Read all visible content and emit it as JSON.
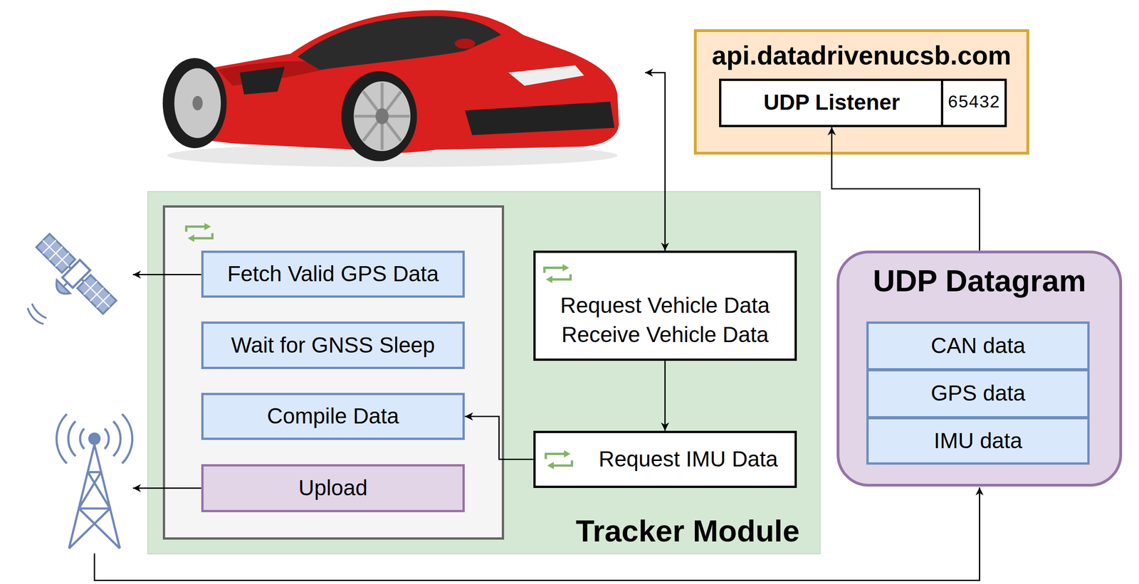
{
  "diagram": {
    "nodes": [
      {
        "text": [
          "api.datadrivenucsb.com"
        ]
      },
      {
        "text": [
          "UDP Listener"
        ],
        "in": 0
      },
      {
        "text": [
          "65432"
        ],
        "in": 0
      },
      {
        "text": [
          "Tracker Module"
        ]
      },
      {
        "text": [
          "Fetch Valid GPS Data"
        ],
        "in": 3
      },
      {
        "text": [
          "Wait for GNSS Sleep"
        ],
        "in": 3
      },
      {
        "text": [
          "Compile Data"
        ],
        "in": 3
      },
      {
        "text": [
          "Upload"
        ],
        "in": 3
      },
      {
        "text": [
          "Request Vehicle Data",
          "Receive Vehicle Data"
        ],
        "in": 3
      },
      {
        "text": [
          "Request IMU Data"
        ],
        "in": 3
      },
      {
        "text": [
          "UDP Datagram"
        ]
      },
      {
        "text": [
          "CAN data"
        ],
        "in": 10
      },
      {
        "text": [
          "GPS data"
        ],
        "in": 10
      },
      {
        "text": [
          "IMU data"
        ],
        "in": 10
      }
    ],
    "edges": [
      {
        "from": 8,
        "to": 9,
        "arrow": "to"
      },
      {
        "from": 9,
        "to": 6,
        "arrow": "to"
      },
      {
        "from": 10,
        "to": 1,
        "arrow": "to"
      }
    ]
  }
}
